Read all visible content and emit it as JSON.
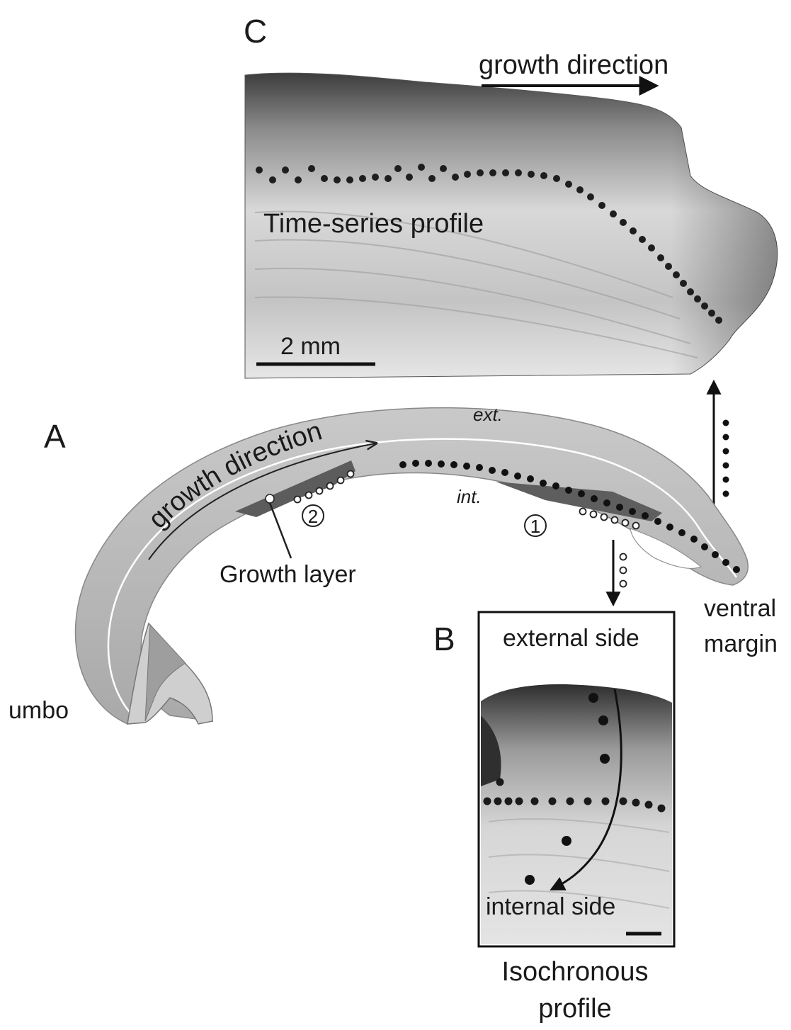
{
  "panel_c": {
    "letter": "C",
    "growth_direction": "growth direction",
    "profile_label": "Time-series profile",
    "scale_label": "2 mm"
  },
  "panel_a": {
    "letter": "A",
    "growth_direction": "growth direction",
    "ext_label": "ext.",
    "int_label": "int.",
    "marker_1": "1",
    "marker_2": "2",
    "growth_layer_label": "Growth layer",
    "umbo_label": "umbo",
    "ventral_label_line1": "ventral",
    "ventral_label_line2": "margin"
  },
  "panel_b": {
    "letter": "B",
    "external_side": "external side",
    "internal_side": "internal side",
    "caption_line1": "Isochronous",
    "caption_line2": "profile"
  },
  "colors": {
    "shell_fill": "#b5b5b5",
    "shell_dark": "#6e6e6e",
    "dot": "#1a1a1a"
  }
}
